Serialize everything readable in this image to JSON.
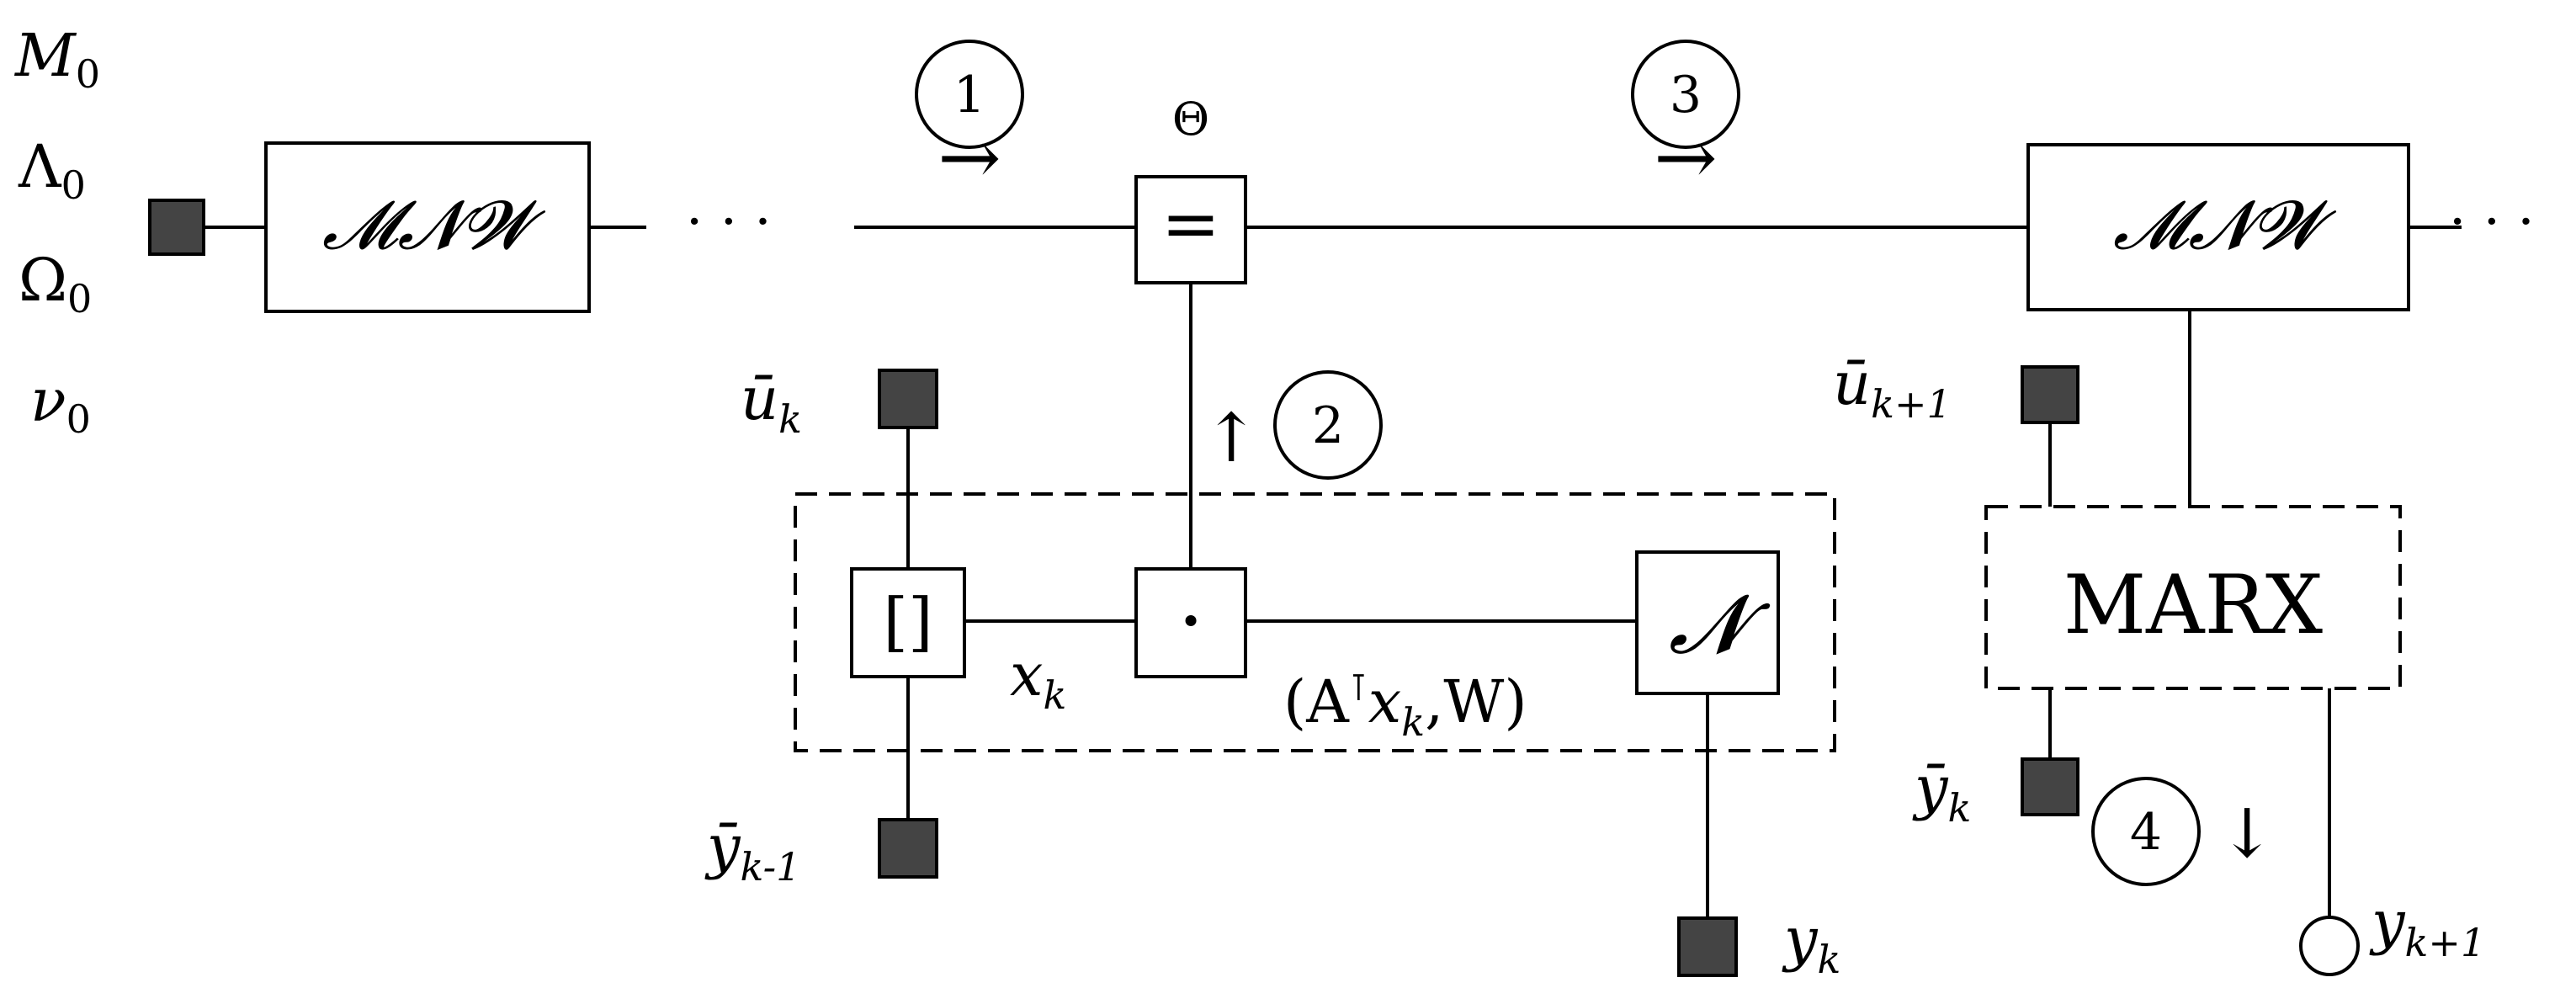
{
  "initial_params": [
    "M",
    "Λ",
    "Ω",
    "ν"
  ],
  "initial_subscript": "0",
  "blocks": {
    "mnw_left": "𝓜𝓝𝓦",
    "mnw_right": "𝓜𝓝𝓦",
    "marx": "MARX",
    "equality": "=",
    "bracket": "[]",
    "product": "·",
    "normal": "𝓝"
  },
  "labels": {
    "theta": "Θ",
    "u_bar_k": {
      "base": "ū",
      "sub": "k"
    },
    "y_bar_km1": {
      "base": "ȳ",
      "sub": "k-1"
    },
    "x_k": {
      "base": "x",
      "sub": "k"
    },
    "ax_w": {
      "pre": "(A",
      "sup": "⊺",
      "x": "x",
      "sub": "k",
      "post": ",W)"
    },
    "y_k": {
      "base": "y",
      "sub": "k"
    },
    "u_bar_kp1": {
      "base": "ū",
      "sub": "k+1"
    },
    "y_bar_k": {
      "base": "ȳ",
      "sub": "k"
    },
    "y_kp1": {
      "base": "y",
      "sub": "k+1"
    }
  },
  "ellipsis": "· · ·",
  "messages": [
    {
      "number": "1",
      "arrow": "→"
    },
    {
      "number": "2",
      "arrow": "↑"
    },
    {
      "number": "3",
      "arrow": "→"
    },
    {
      "number": "4",
      "arrow": "↓"
    }
  ]
}
